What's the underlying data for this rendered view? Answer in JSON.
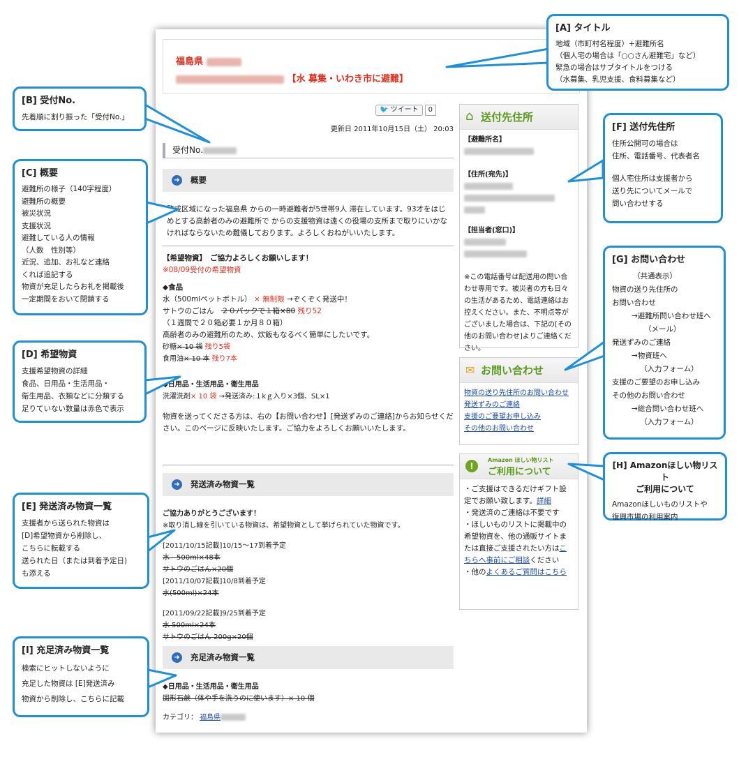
{
  "page": {
    "title_line1": "福島県",
    "title_line2": "【水 募集・いわき市に避難】",
    "tweet_label": "ツイート",
    "tweet_count": "0",
    "updated": "更新日 2011年10月15日（土） 20:03",
    "record_label": "受付No.",
    "overview_heading": "概要",
    "overview_text": "警戒区域になった福島県 からの一時避難者が5世帯9人 滞在しています。93才をはじめとする高齢者のみの避難所で からの支援物資は遠くの役場の支所まで取りにいかなければならないため難儀しております。よろしくおねがいいたします。",
    "wanted_heading": "【希望物資】　ご協力よろしくお願いします！",
    "wanted_date": "※08/09受付の希望物資",
    "food_heading": "◆食品",
    "water_line": "水（500mlペットボトル）",
    "water_red": "× 無制限",
    "water_tail": "→ぞくぞく発送中！",
    "rice_line": "サトウのごはん",
    "rice_strike": "２０パックで１箱×80",
    "rice_red": "残り52",
    "rice_note": "（１週間で２０箱必要１か月８０箱）",
    "elder_note": "高齢者のみの避難所のため、炊飯もなるべく簡単にしたいです。",
    "sugar_label": "砂糖",
    "sugar_strike": "× 10 袋",
    "sugar_red": "残り5袋",
    "oil_label": "食用油",
    "oil_strike": "× 10 本",
    "oil_red": "残り7本",
    "daily_heading": "◆日用品・生活用品・衛生用品",
    "detergent_label": "洗濯洗剤",
    "detergent_red": "× 10 袋",
    "detergent_tail": "→発送済み:１kｇ入り×3個、SL×1",
    "send_note": "物資を送ってくださる方は、右の【お問い合わせ】[発送ずみのご連絡]からお知らせください。このページに反映いたします。ご協力をよろしくお願いいたします。",
    "sent_heading": "発送済み物資一覧",
    "sent_thanks": "ご協力ありがとうございます！",
    "sent_note": "※取り消し線を引いている物資は、希望物資として挙げられていた物資です。",
    "sent1_head": "[2011/10/15記載]10/15～17到着予定",
    "sent1_a": "水　500ml×48本",
    "sent1_b": "サトウのごはん×20個",
    "sent2_head": "[2011/10/07記載]10/8到着予定",
    "sent2_a": "水(500ml)×24本",
    "sent3_head": "[2011/09/22記載]9/25到着予定",
    "sent3_a": "水 500ml×24本",
    "sent3_b": "サトウのごはん 200g×20個",
    "filled_heading": "充足済み物資一覧",
    "filled_daily": "◆日用品・生活用品・衛生用品",
    "filled_item": "固形石鹸（体や手を洗うのに使います）× 10 個",
    "category_label": "カテゴリ：",
    "category_link": "福島県"
  },
  "sidebar": {
    "address_title": "送付先住所",
    "shelter_label": "【避難所名】",
    "address_label": "【住所(宛先)】",
    "contact_label": "【担当者(窓口)】",
    "phone_note": "※この電話番号は配送用の問い合わせ専用です。被災者の方も日々の生活があるため、電話連絡はお控えください。また、不明点等がございました場合は、下記の[その他のお問い合わせ]よりご連絡ください。",
    "inquiry_title": "お問い合わせ",
    "inquiry_links": [
      "物資の送り先住所のお問い合わせ",
      "発送ずみのご連絡",
      "支援のご要望お申し込み",
      "その他のお問い合わせ"
    ],
    "amazon_title_small": "Amazon ほしい物リスト",
    "amazon_title": "ご利用について",
    "amazon_1": "・ご支援はできるだけギフト設定でお願い致します。",
    "amazon_1_link": "詳細",
    "amazon_2": "・発送済のご連絡は不要です",
    "amazon_3": "・ほしいものリストに掲載中の希望物資を、他の通販サイトまたは直接ご支援されたい方は",
    "amazon_3_link": "こちらへ事前にご相談",
    "amazon_3_tail": "ください",
    "amazon_4": "・他の",
    "amazon_4_link": "よくあるご質問はこちら"
  },
  "callouts": {
    "A": {
      "title": "[A] タイトル",
      "lines": [
        "地域（市町村名程度）+避難所名",
        "（個人宅の場合は「○○さん避難宅」など）",
        "緊急の場合はサブタイトルをつける",
        "（水募集、乳児支援、食料募集など）"
      ]
    },
    "B": {
      "title": "[B] 受付No.",
      "lines": [
        "先着順に割り振った「受付No.」"
      ]
    },
    "C": {
      "title": "[C] 概要",
      "lines": [
        "避難所の様子（140字程度）",
        "避難所の概要",
        "被災状況",
        "支援状況",
        "避難している人の情報",
        "（人数　性別等）",
        "近況、追加、お礼など連絡",
        "くれば追記する",
        "物資が充足したらお礼を掲載後",
        "一定期間をおいて閉鎖する"
      ]
    },
    "D": {
      "title": "[D] 希望物資",
      "lines": [
        "支援希望物資の詳細",
        "食品、日用品・生活用品・",
        "衛生用品、衣類などに分類する",
        "足りていない数量は赤色で表示"
      ]
    },
    "E": {
      "title": "[E] 発送済み物資一覧",
      "lines": [
        "支援者から送られた物資は",
        "[D]希望物資から削除し、",
        "こちらに転載する",
        "送られた日（または到着予定日)",
        "も添える"
      ]
    },
    "F": {
      "title": "[F] 送付先住所",
      "lines": [
        "住所公開可の場合は",
        "住所、電話番号、代表者名",
        "",
        "個人宅住所は支援者から",
        "送り先についてメールで",
        "問い合わせする"
      ]
    },
    "G": {
      "title": "[G] お問い合わせ",
      "lines": [
        "（共通表示）",
        "物資の送り先住所の",
        "お問い合わせ",
        "→避難所問い合わせ班へ",
        "（メール）",
        "発送ずみのご連絡",
        "→物資班へ",
        "（入力フォーム）",
        "支援のご要望のお申し込み",
        "その他のお問い合わせ",
        "→総合問い合わせ班へ",
        "（入力フォーム）"
      ]
    },
    "H": {
      "title": "[H] Amazonほしい物リスト",
      "title2": "ご利用について",
      "lines": [
        "Amazonほしいものリストや",
        "復興市場の利用案内"
      ]
    },
    "I": {
      "title": "[I] 充足済み物資一覧",
      "lines": [
        "検索にヒットしないように",
        "充足した物資は [E]発送済み",
        "物資から削除し、こちらに記載"
      ]
    }
  },
  "colors": {
    "callout_border": "#1f8fd8",
    "title_red": "#e02d1c",
    "sidebar_green": "#5a9a1c",
    "section_dot": "#2f6db8"
  }
}
